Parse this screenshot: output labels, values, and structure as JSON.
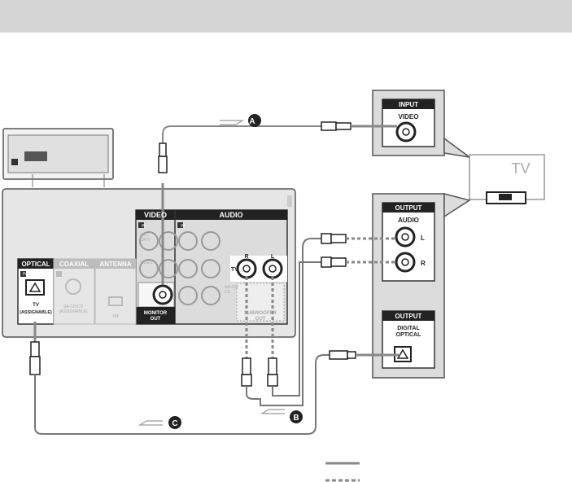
{
  "receiver": {
    "video_section": "VIDEO",
    "audio_section": "AUDIO",
    "in_badge": "IN",
    "sat_catv": "SAT/\nCATV",
    "video_label": "VIDEO",
    "monitor_out": "MONITOR\nOUT",
    "ch_r": "R",
    "ch_l": "L",
    "tv_input": "TV",
    "sa_cd": "SA-CD/\nCD",
    "subwoofer_out": "SUBWOOFER\nOUT",
    "optical": "OPTICAL",
    "optical_tv": "TV",
    "optical_assignable": "(ASSIGNABLE)",
    "coaxial": "COAXIAL",
    "coaxial_sub": "SA-CD/CD\n(ASSIGNABLE)",
    "antenna": "ANTENNA",
    "fm": "FM"
  },
  "tv": {
    "label": "TV",
    "input_title": "INPUT",
    "input_video": "VIDEO",
    "output_audio_title": "OUTPUT",
    "audio_label": "AUDIO",
    "ch_l": "L",
    "ch_r": "R",
    "output_optical_title": "OUTPUT",
    "digital_optical": "DIGITAL\nOPTICAL"
  },
  "cables": {
    "a": "A",
    "b": "B",
    "c": "C"
  },
  "colors": {
    "header_band": "#d5d5d5",
    "panel": "#e6e6e6",
    "dark": "#2a2a2a",
    "cable": "#888888"
  }
}
